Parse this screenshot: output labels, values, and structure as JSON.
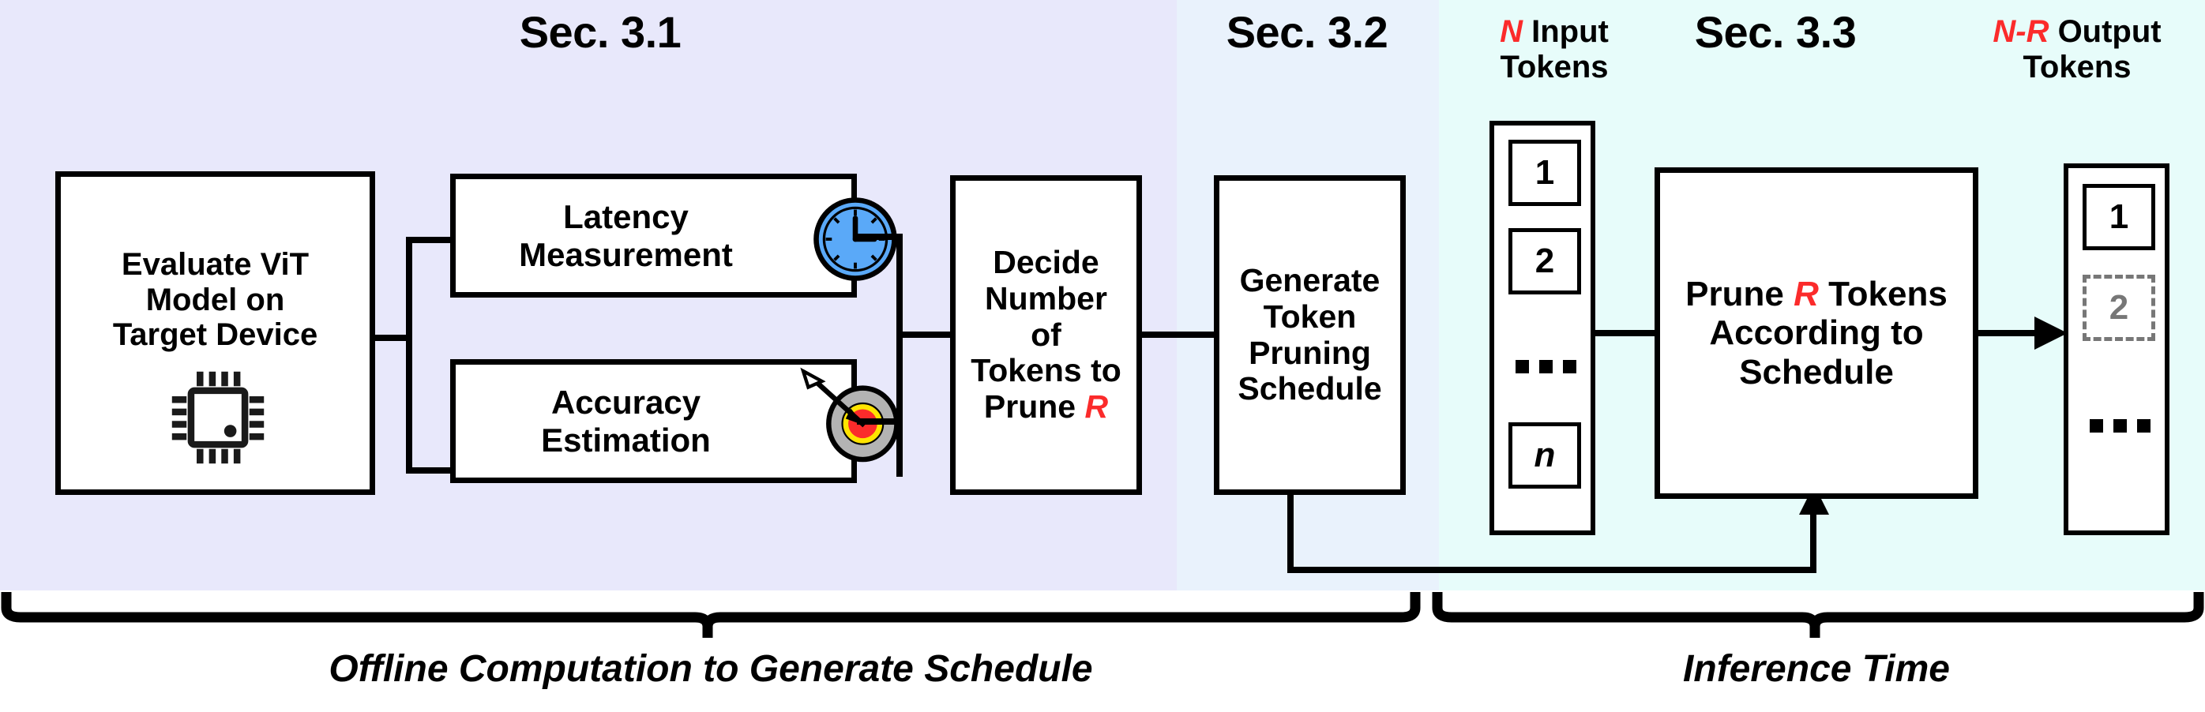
{
  "figure": {
    "title": "ViT token pruning pipeline overview",
    "colors": {
      "band_offline": "#e8e8fb",
      "band_schedule": "#e9f2fc",
      "band_inference": "#e7fcfa",
      "accent_red": "#fb2b2b",
      "stroke": "#000000",
      "clock_face": "#5aa9f8",
      "target_outer": "#b3b3b3",
      "target_mid": "#ffe400",
      "target_center": "#fb2b2b",
      "dashed_token": "#777777"
    }
  },
  "sections": [
    {
      "id": "sec31",
      "label": "Sec. 3.1"
    },
    {
      "id": "sec32",
      "label": "Sec. 3.2"
    },
    {
      "id": "sec33",
      "label": "Sec. 3.3"
    }
  ],
  "boxes": {
    "evaluate": {
      "line1": "Evaluate ViT",
      "line2": "Model on",
      "line3": "Target Device",
      "icon": "microchip-icon"
    },
    "latency": {
      "line1": "Latency",
      "line2": "Measurement",
      "icon": "clock-icon"
    },
    "accuracy": {
      "line1": "Accuracy",
      "line2": "Estimation",
      "icon": "target-arrow-icon"
    },
    "decide": {
      "line1": "Decide",
      "line2": "Number",
      "line3": "of",
      "line4": "Tokens to",
      "line5_prefix": "Prune ",
      "line5_var": "R"
    },
    "generate": {
      "line1": "Generate",
      "line2": "Token",
      "line3": "Pruning",
      "line4": "Schedule"
    },
    "prune": {
      "line1_prefix": "Prune ",
      "line1_var": "R",
      "line1_suffix": " Tokens",
      "line2": "According to",
      "line3": "Schedule"
    }
  },
  "input_tokens": {
    "caption_var": "N",
    "caption_rest": " Input",
    "caption_line2": "Tokens",
    "items": [
      {
        "label": "1",
        "style": "solid"
      },
      {
        "label": "2",
        "style": "solid"
      },
      {
        "label": "...",
        "style": "ellipsis"
      },
      {
        "label": "n",
        "style": "solid-italic"
      }
    ]
  },
  "output_tokens": {
    "caption_var": "N-R",
    "caption_rest": " Output",
    "caption_line2": "Tokens",
    "items": [
      {
        "label": "1",
        "style": "solid"
      },
      {
        "label": "2",
        "style": "dashed-pruned"
      },
      {
        "label": "...",
        "style": "ellipsis"
      }
    ]
  },
  "braces": [
    {
      "id": "offline",
      "label": "Offline Computation to Generate Schedule"
    },
    {
      "id": "inference",
      "label": "Inference Time"
    }
  ]
}
